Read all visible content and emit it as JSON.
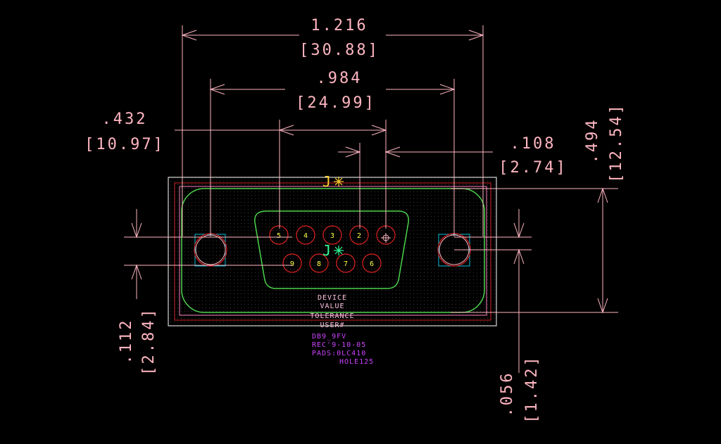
{
  "colors": {
    "background": "#000000",
    "dimension": "#ffb6c1",
    "board_outline": "#ffffff",
    "keepout": "#cc2222",
    "inner_outline": "#ff80c0",
    "silkscreen": "#4cd44c",
    "pad_ring": "#dd2222",
    "pin_number": "#ffff44",
    "ref_designator": "#ffcc33",
    "origin_mark": "#33ff99",
    "attribute_text": "#ffc0e0",
    "cad_notes": "#cc44ff",
    "mount_box": "#00bcd4"
  },
  "dimensions": {
    "overall_width": {
      "inch": "1.216",
      "mm": "[30.88]"
    },
    "mount_spacing": {
      "inch": ".984",
      "mm": "[24.99]"
    },
    "pin_row_span": {
      "inch": ".432",
      "mm": "[10.97]"
    },
    "pin_pitch": {
      "inch": ".108",
      "mm": "[2.74]"
    },
    "overall_height": {
      "inch": ".494",
      "mm": "[12.54]"
    },
    "row_offset": {
      "inch": ".112",
      "mm": "[2.84]"
    },
    "mount_offset": {
      "inch": ".056",
      "mm": "[1.42]"
    }
  },
  "reference": {
    "top": "J",
    "center": "J"
  },
  "pins": {
    "top_row": [
      "5",
      "4",
      "3",
      "2"
    ],
    "bottom_row": [
      "9",
      "8",
      "7",
      "6"
    ]
  },
  "attributes": [
    "DEVICE",
    "VALUE",
    "TOLERANCE",
    "USER#"
  ],
  "cad_notes": [
    "DB9_9FV",
    "REC'9-10-05",
    "PADS:0LC410",
    "HOLE125"
  ]
}
